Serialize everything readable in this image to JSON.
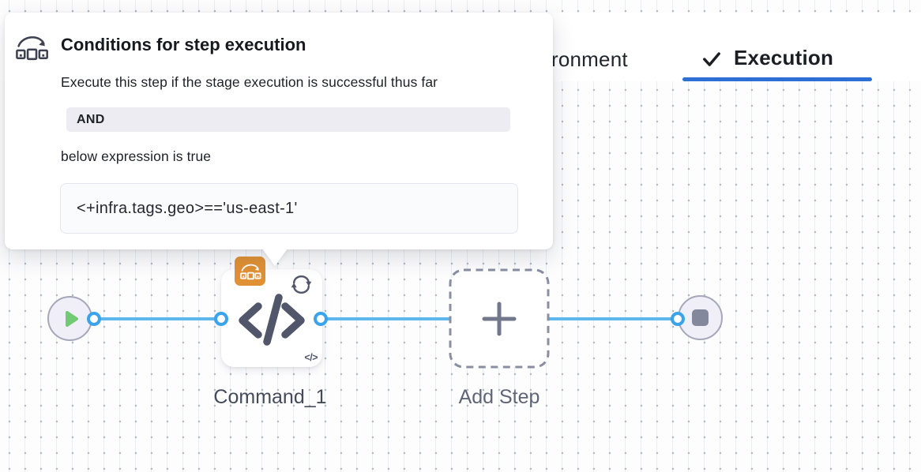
{
  "tabs": {
    "environment_partial": "ronment",
    "execution": "Execution"
  },
  "popover": {
    "title": "Conditions for step execution",
    "description": "Execute this step if the stage execution is successful thus far",
    "operator": "AND",
    "condition_intro": "below expression is true",
    "expression": "<+infra.tags.geo>=='us-east-1'"
  },
  "pipeline": {
    "command_step_label": "Command_1",
    "add_step_label": "Add Step",
    "command_mini_glyph": "</>"
  },
  "icons": {
    "popover_header": "conditional-execution-icon",
    "step_badge": "conditional-execution-icon",
    "step_corner": "loop-retry-icon",
    "step_main": "code-icon",
    "start": "play-icon",
    "end": "stop-icon",
    "add": "plus-icon",
    "active_tab": "checkmark-icon"
  },
  "colors": {
    "accent_blue": "#2d6fd4",
    "connector_blue": "#5db7ed",
    "port_blue": "#3aa3e9",
    "badge_orange": "#e09134",
    "play_green": "#71ca74",
    "slate": "#52566b"
  }
}
